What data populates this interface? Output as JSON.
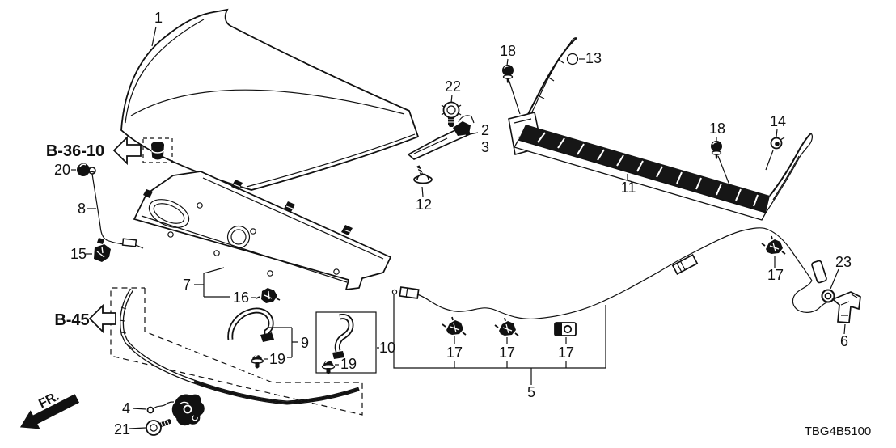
{
  "figure": {
    "code": "TBG4B5100",
    "fr": "FR.",
    "refs": {
      "b3610": "B-36-10",
      "b45": "B-45"
    },
    "callouts": [
      {
        "text": "1"
      },
      {
        "text": "22"
      },
      {
        "text": "2"
      },
      {
        "text": "3"
      },
      {
        "text": "12"
      },
      {
        "text": "18"
      },
      {
        "text": "13"
      },
      {
        "text": "11"
      },
      {
        "text": "18"
      },
      {
        "text": "14"
      },
      {
        "text": "20"
      },
      {
        "text": "8"
      },
      {
        "text": "15"
      },
      {
        "text": "7"
      },
      {
        "text": "16"
      },
      {
        "text": "9"
      },
      {
        "text": "19"
      },
      {
        "text": "10"
      },
      {
        "text": "19"
      },
      {
        "text": "4"
      },
      {
        "text": "21"
      },
      {
        "text": "17"
      },
      {
        "text": "17"
      },
      {
        "text": "17"
      },
      {
        "text": "5"
      },
      {
        "text": "17"
      },
      {
        "text": "23"
      },
      {
        "text": "6"
      }
    ]
  }
}
